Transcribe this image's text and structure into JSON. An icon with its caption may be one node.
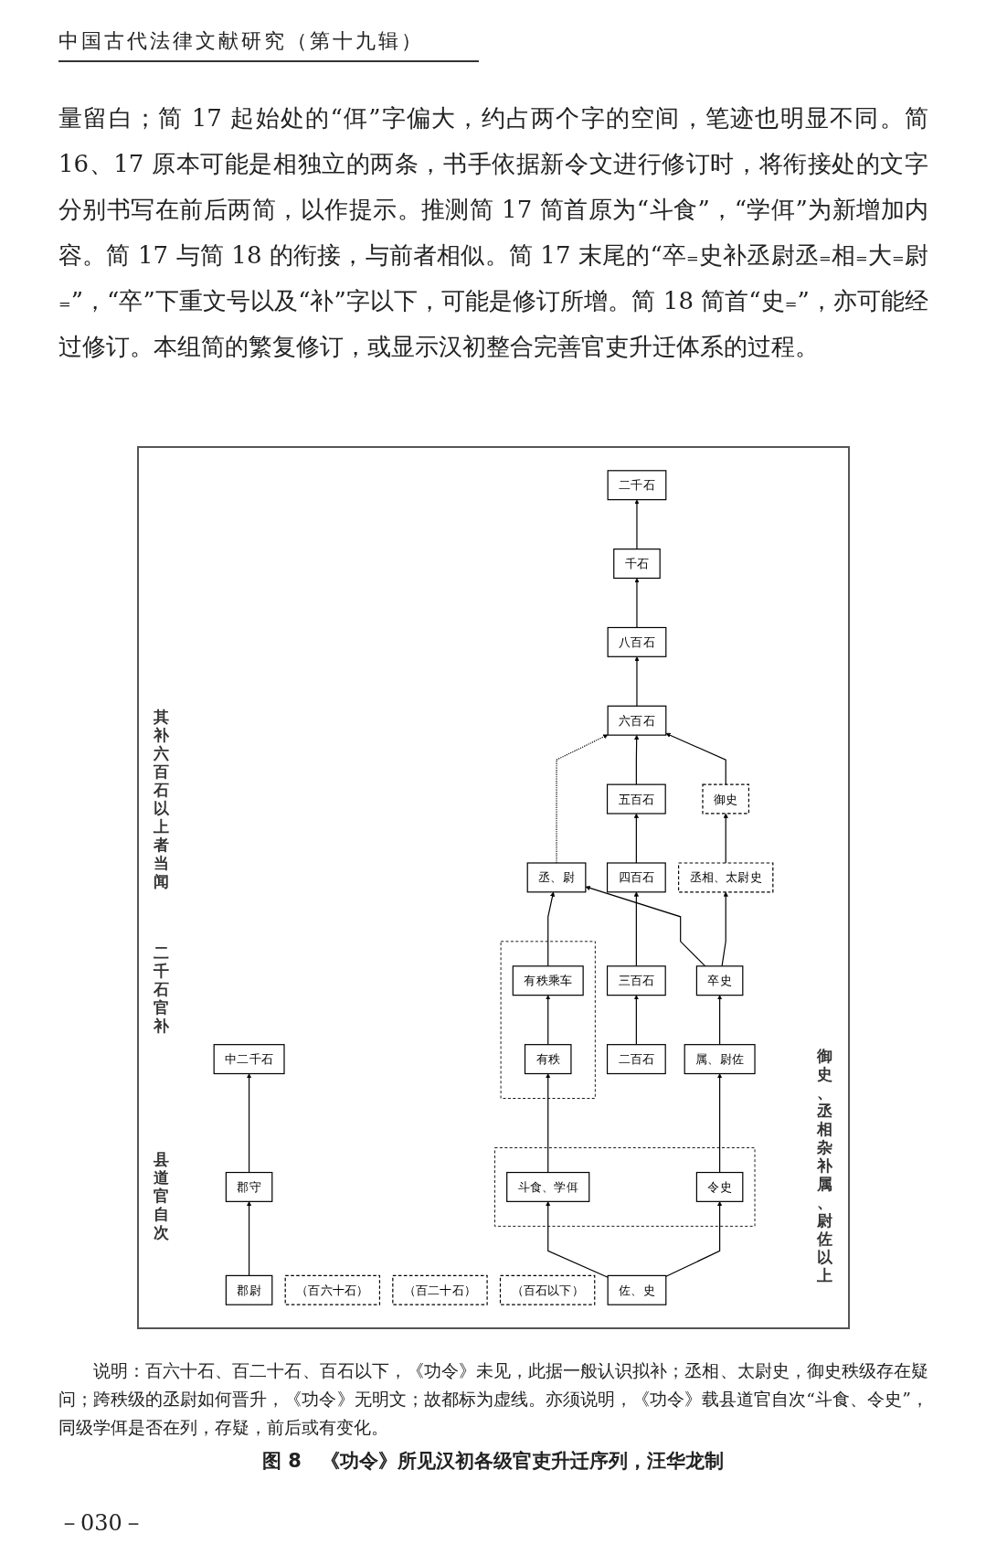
{
  "diagram": {
    "caption": "图 8　《功令》所见汉初各级官吏升迁序列，汪华龙制",
    "nodes": [
      {
        "text": [
          "中二千石"
        ]
      },
      {
        "text": [
          "二千石"
        ]
      },
      {
        "text": [
          "郡守"
        ]
      },
      {
        "text": [
          "郡尉"
        ]
      },
      {
        "text": [
          "千石"
        ]
      },
      {
        "text": [
          "八百石"
        ]
      },
      {
        "text": [
          "六百石"
        ]
      },
      {
        "text": [
          "御史"
        ]
      },
      {
        "text": [
          "五百石"
        ]
      },
      {
        "text": [
          "丞、尉"
        ]
      },
      {
        "text": [
          "丞相、太尉史"
        ]
      },
      {
        "text": [
          "四百石"
        ]
      },
      {
        "text": [
          "三百石"
        ]
      },
      {
        "text": [
          "二百石"
        ]
      },
      {
        "text": [
          "（百六十石）"
        ]
      },
      {
        "text": [],
        "shape": "box"
      },
      {
        "text": [
          "有秩乘车"
        ],
        "in": 15
      },
      {
        "text": [
          "卒史"
        ]
      },
      {
        "text": [
          "（百二十石）"
        ]
      },
      {
        "text": [
          "有秩"
        ],
        "in": 15
      },
      {
        "text": [
          "属、尉佐"
        ]
      },
      {
        "text": [
          "（百石以下）"
        ]
      },
      {
        "text": [],
        "shape": "box"
      },
      {
        "text": [
          "斗食、学佴"
        ],
        "in": 22
      },
      {
        "text": [
          "令史"
        ],
        "in": 22
      },
      {
        "text": [
          "佐、史"
        ]
      }
    ],
    "edges": [
      {
        "from": 2,
        "to": 0,
        "arrow": "to"
      },
      {
        "from": 3,
        "to": 2,
        "arrow": "to"
      },
      {
        "from": 4,
        "to": 1,
        "arrow": "to"
      },
      {
        "from": 5,
        "to": 4,
        "arrow": "to"
      },
      {
        "from": 6,
        "to": 5,
        "arrow": "to"
      },
      {
        "from": 7,
        "to": 6,
        "arrow": "to"
      },
      {
        "from": 8,
        "to": 6,
        "arrow": "to"
      },
      {
        "from": 9,
        "to": 6,
        "arrow": "to",
        "style": "dashed"
      },
      {
        "from": 10,
        "to": 7,
        "arrow": "to"
      },
      {
        "from": 11,
        "to": 8,
        "arrow": "to"
      },
      {
        "from": 12,
        "to": 11,
        "arrow": "to"
      },
      {
        "from": 13,
        "to": 12,
        "arrow": "to"
      },
      {
        "from": 16,
        "to": 9,
        "arrow": "to"
      },
      {
        "from": 17,
        "to": 9,
        "arrow": "to"
      },
      {
        "from": 17,
        "to": 10,
        "arrow": "to"
      },
      {
        "from": 19,
        "to": 16,
        "arrow": "to"
      },
      {
        "from": 20,
        "to": 17,
        "arrow": "to"
      },
      {
        "from": 23,
        "to": 19,
        "arrow": "to"
      },
      {
        "from": 24,
        "to": 20,
        "arrow": "to"
      },
      {
        "from": 25,
        "to": 23,
        "arrow": "to"
      },
      {
        "from": 25,
        "to": 24,
        "arrow": "to"
      }
    ],
    "labels": [
      "中国古代法律文献研究（第十九辑）",
      "量留白；简 17 起始处的“佴”字偏大，约占两个字的空间，笔迹也明显不同。简 16、17 原本可能是相独立的两条，书手依据新令文进行修订时，将衔接处的文字分别书写在前后两简，以作提示。推测简 17 简首原为“斗食”，“学佴”为新增加内容。简 17 与简 18 的衔接，与前者相似。简 17 末尾的“卒₌史补丞尉丞₌相₌大₌尉₌”，“卒”下重文号以及“补”字以下，可能是修订所增。简 18 简首“史₌”，亦可能经过修订。本组简的繁复修订，或显示汉初整合完善官吏升迁体系的过程。",
      "其补六百石以上者当闻",
      "二千石官补",
      "县道官自次",
      "御史、丞相杂补属、尉佐以上",
      "说明：百六十石、百二十石、百石以下，《功令》未见，此据一般认识拟补；丞相、太尉史，御史秩级存在疑问；跨秩级的丞尉如何晋升，《功令》无明文；故都标为虚线。亦须说明，《功令》载县道官自次“斗食、令史”，同级学佴是否在列，存疑，前后或有变化。",
      "－030－"
    ]
  }
}
